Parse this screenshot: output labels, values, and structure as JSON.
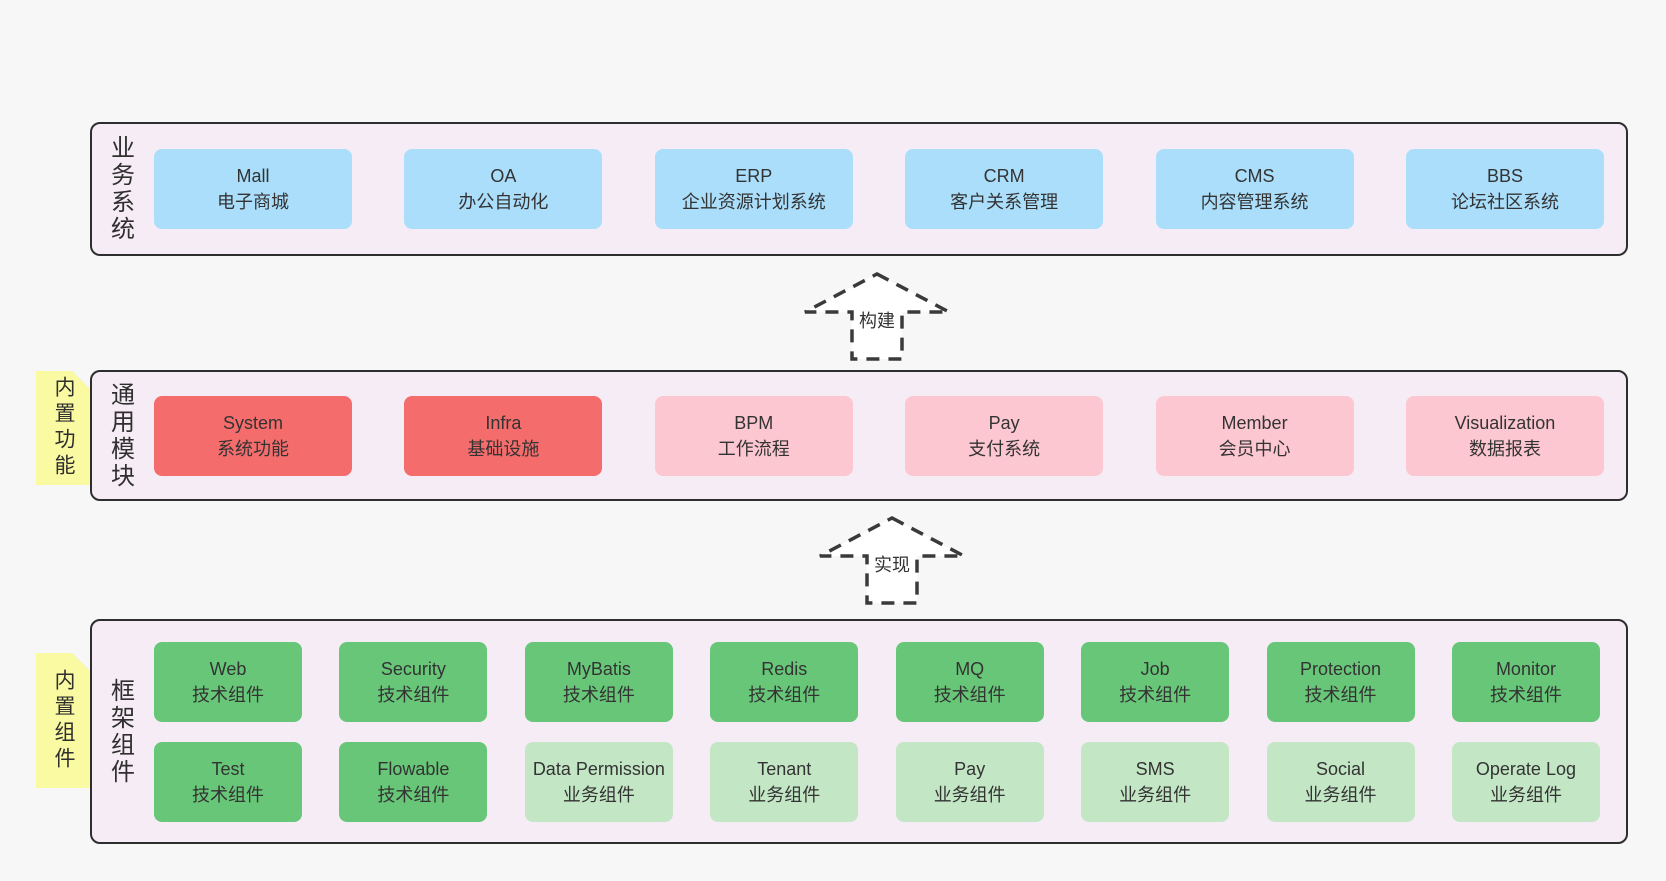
{
  "palette": {
    "page_bg": "#f7f7f7",
    "band_bg": "#f6ecf5",
    "band_border": "#2e2e2e",
    "box_blue": "#aadefb",
    "box_red": "#f56c6c",
    "box_pink": "#fcc7d1",
    "box_green": "#68c678",
    "box_green_light": "#c3e6c5",
    "note_yellow": "#fafaa2",
    "note_fold_gray": "#c9c9c9",
    "text": "#333333"
  },
  "bands": [
    {
      "label": "业务系统",
      "boxes": [
        {
          "name": "Mall",
          "desc": "电子商城",
          "variant": "blue"
        },
        {
          "name": "OA",
          "desc": "办公自动化",
          "variant": "blue"
        },
        {
          "name": "ERP",
          "desc": "企业资源计划系统",
          "variant": "blue"
        },
        {
          "name": "CRM",
          "desc": "客户关系管理",
          "variant": "blue"
        },
        {
          "name": "CMS",
          "desc": "内容管理系统",
          "variant": "blue"
        },
        {
          "name": "BBS",
          "desc": "论坛社区系统",
          "variant": "blue"
        }
      ]
    },
    {
      "label": "通用模块",
      "note": "内置功能",
      "boxes": [
        {
          "name": "System",
          "desc": "系统功能",
          "variant": "red"
        },
        {
          "name": "Infra",
          "desc": "基础设施",
          "variant": "red"
        },
        {
          "name": "BPM",
          "desc": "工作流程",
          "variant": "pink"
        },
        {
          "name": "Pay",
          "desc": "支付系统",
          "variant": "pink"
        },
        {
          "name": "Member",
          "desc": "会员中心",
          "variant": "pink"
        },
        {
          "name": "Visualization",
          "desc": "数据报表",
          "variant": "pink"
        }
      ]
    },
    {
      "label": "框架组件",
      "note": "内置组件",
      "rows": [
        [
          {
            "name": "Web",
            "desc": "技术组件",
            "variant": "green"
          },
          {
            "name": "Security",
            "desc": "技术组件",
            "variant": "green"
          },
          {
            "name": "MyBatis",
            "desc": "技术组件",
            "variant": "green"
          },
          {
            "name": "Redis",
            "desc": "技术组件",
            "variant": "green"
          },
          {
            "name": "MQ",
            "desc": "技术组件",
            "variant": "green"
          },
          {
            "name": "Job",
            "desc": "技术组件",
            "variant": "green"
          },
          {
            "name": "Protection",
            "desc": "技术组件",
            "variant": "green"
          },
          {
            "name": "Monitor",
            "desc": "技术组件",
            "variant": "green"
          }
        ],
        [
          {
            "name": "Test",
            "desc": "技术组件",
            "variant": "green"
          },
          {
            "name": "Flowable",
            "desc": "技术组件",
            "variant": "green"
          },
          {
            "name": "Data Permission",
            "desc": "业务组件",
            "variant": "green-light"
          },
          {
            "name": "Tenant",
            "desc": "业务组件",
            "variant": "green-light"
          },
          {
            "name": "Pay",
            "desc": "业务组件",
            "variant": "green-light"
          },
          {
            "name": "SMS",
            "desc": "业务组件",
            "variant": "green-light"
          },
          {
            "name": "Social",
            "desc": "业务组件",
            "variant": "green-light"
          },
          {
            "name": "Operate Log",
            "desc": "业务组件",
            "variant": "green-light"
          }
        ]
      ]
    }
  ],
  "arrows": [
    {
      "label": "构建"
    },
    {
      "label": "实现"
    }
  ]
}
